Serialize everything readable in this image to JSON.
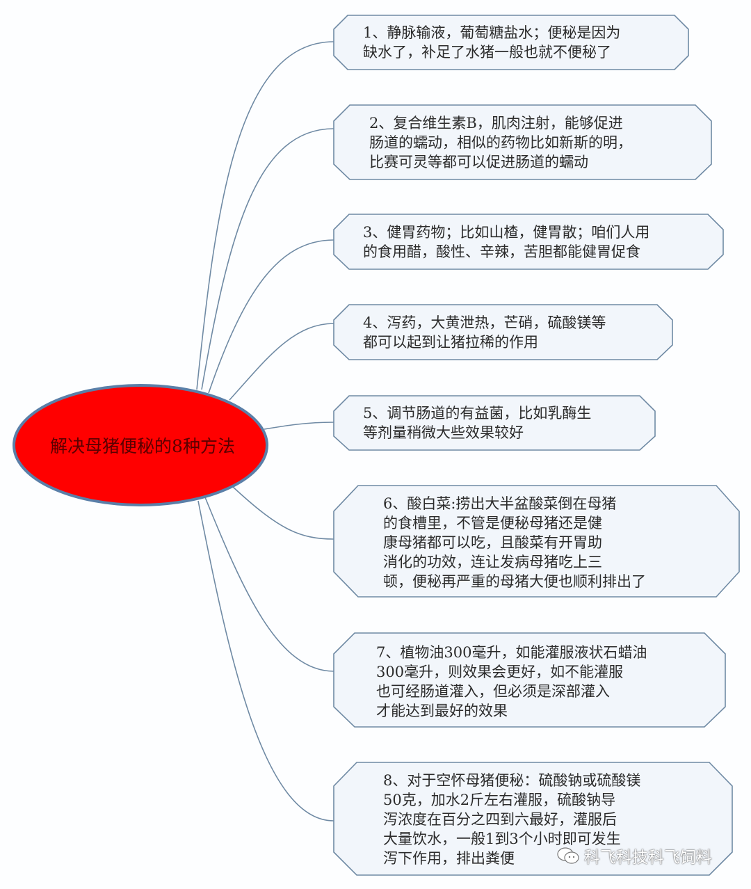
{
  "diagram": {
    "type": "mind-map",
    "root": {
      "label": "解决母猪便秘的8种方法",
      "fill": "#ff0000",
      "stroke": "#5a7fa8"
    },
    "connector_color": "#6f8aa4",
    "node_fill": "#f2f6fb",
    "node_stroke": "#6f8aa4",
    "branches": [
      {
        "lines": [
          "1、静脉输液，葡萄糖盐水；便秘是因为",
          "缺水了，补足了水猪一般也就不便秘了"
        ]
      },
      {
        "lines": [
          "2、复合维生素B，肌肉注射，能够促进",
          "肠道的蠕动，相似的药物比如新斯的明，",
          "比赛可灵等都可以促进肠道的蠕动"
        ]
      },
      {
        "lines": [
          "3、健胃药物；比如山楂，健胃散；咱们人用",
          "的食用醋，酸性、辛辣，苦胆都能健胃促食"
        ]
      },
      {
        "lines": [
          "4、泻药，大黄泄热，芒硝，硫酸镁等",
          "都可以起到让猪拉稀的作用"
        ]
      },
      {
        "lines": [
          "5、调节肠道的有益菌，比如乳酶生",
          "等剂量稍微大些效果较好"
        ]
      },
      {
        "lines": [
          "6、酸白菜:捞出大半盆酸菜倒在母猪",
          "的食槽里，不管是便秘母猪还是健",
          "康母猪都可以吃，且酸菜有开胃助",
          "消化的功效，连让发病母猪吃上三",
          "顿，便秘再严重的母猪大便也顺利排出了"
        ]
      },
      {
        "lines": [
          "7、植物油300毫升，如能灌服液状石蜡油",
          "300毫升，则效果会更好，如不能灌服",
          "也可经肠道灌入，但必须是深部灌入",
          "才能达到最好的效果"
        ]
      },
      {
        "lines": [
          "8、对于空怀母猪便秘：硫酸钠或硫酸镁",
          "50克，加水2斤左右灌服，硫酸钠导",
          "泻浓度在百分之四到六最好，灌服后",
          "大量饮水，一般1到3个小时即可发生",
          "泻下作用，排出粪便"
        ]
      }
    ]
  },
  "watermark": {
    "icon": "wechat-icon",
    "text": "科飞科技科飞饲料"
  }
}
